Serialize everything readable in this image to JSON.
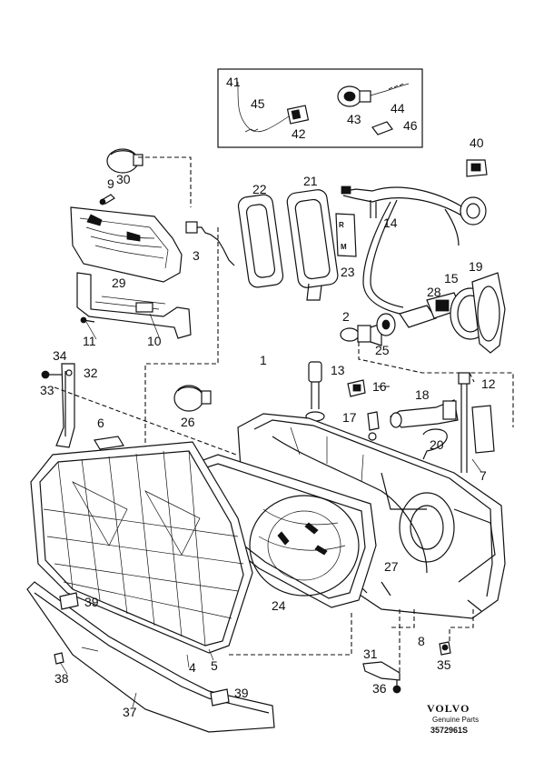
{
  "labels": {
    "p1": "1",
    "p2": "2",
    "p3": "3",
    "p4": "4",
    "p5": "5",
    "p6": "6",
    "p7": "7",
    "p8": "8",
    "p9": "9",
    "p10": "10",
    "p11": "11",
    "p12": "12",
    "p13": "13",
    "p14": "14",
    "p15": "15",
    "p16": "16",
    "p17": "17",
    "p18": "18",
    "p19": "19",
    "p20": "20",
    "p21": "21",
    "p22": "22",
    "p23": "23",
    "p24": "24",
    "p25": "25",
    "p26": "26",
    "p27": "27",
    "p28": "28",
    "p29": "29",
    "p30": "30",
    "p31": "31",
    "p32": "32",
    "p33": "33",
    "p34": "34",
    "p35": "35",
    "p36": "36",
    "p37": "37",
    "p38": "38",
    "p39a": "39",
    "p39b": "39",
    "p40": "40",
    "p41": "41",
    "p42": "42",
    "p43": "43",
    "p44": "44",
    "p45": "45",
    "p46": "46"
  },
  "footer": {
    "brand": "VOLVO",
    "subtitle": "Genuine Parts",
    "part_number": "3572961S"
  },
  "icons": {
    "headlamp_lens": "headlamp-lens-icon",
    "headlamp_housing": "headlamp-housing-icon",
    "bulb": "bulb-icon",
    "bracket": "bracket-icon"
  }
}
